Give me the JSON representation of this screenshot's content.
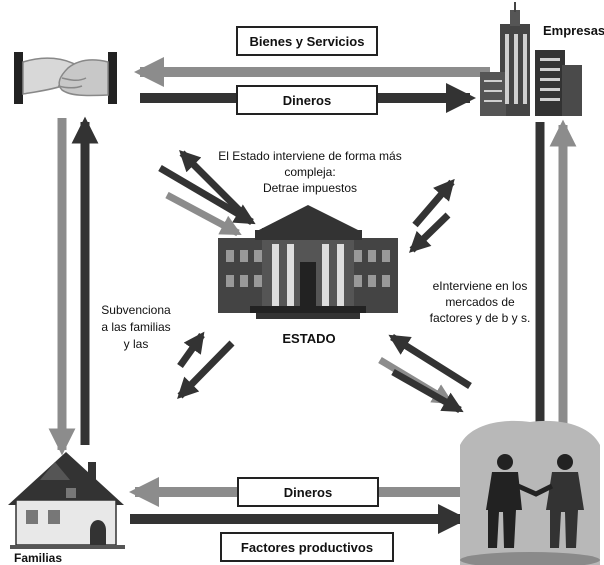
{
  "labels": {
    "empresas": "Empresas",
    "familias": "Familias",
    "estado": "ESTADO",
    "bienes_servicios": "Bienes y Servicios",
    "dineros_top": "Dineros",
    "dineros_bottom": "Dineros",
    "factores_productivos": "Factores productivos"
  },
  "notes": {
    "estado_top": [
      "El Estado interviene de forma más",
      "compleja:",
      "Detrae impuestos"
    ],
    "estado_left": [
      "Subvenciona",
      "a las familias",
      "y las"
    ],
    "estado_right": [
      "eInterviene en los",
      "mercados de",
      "factores y de b y s."
    ]
  },
  "icons": {
    "top_left": "handshake-icon",
    "top_right": "office-buildings-icon",
    "center": "government-building-icon",
    "bottom_left": "house-icon",
    "bottom_right": "business-people-handshake-icon"
  },
  "colors": {
    "dark_arrow": "#333333",
    "light_arrow": "#8c8c8c",
    "box_border": "#222222",
    "building": "#444444"
  }
}
